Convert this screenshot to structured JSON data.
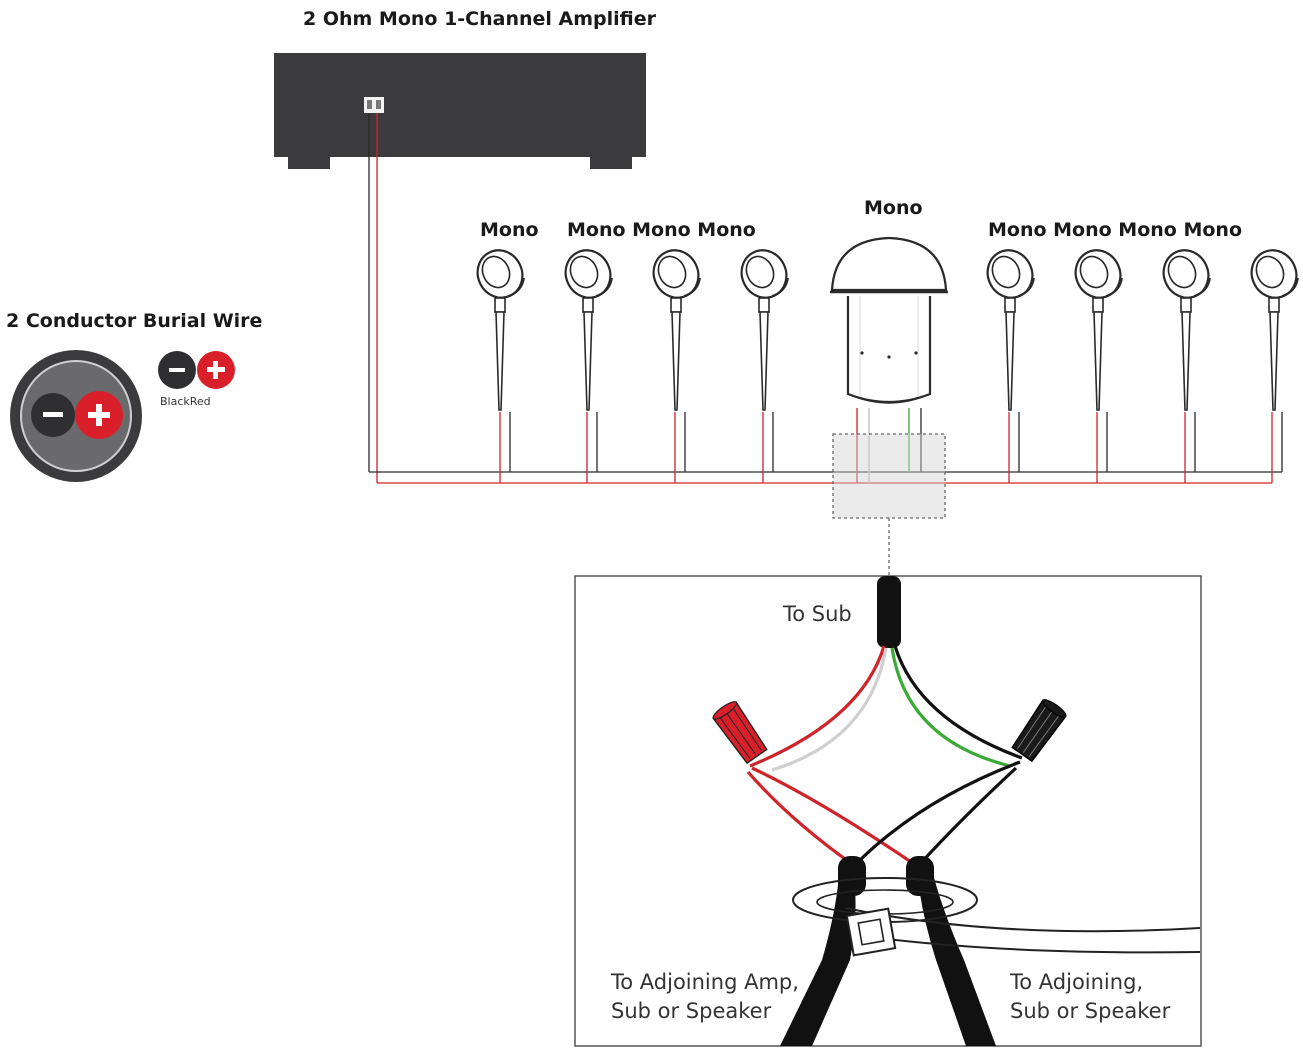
{
  "amplifier": {
    "title": "2 Ohm Mono 1-Channel Amplifier"
  },
  "speaker_labels": {
    "left_single": "Mono",
    "left_group": "Mono Mono Mono",
    "center": "Mono",
    "right_group": "Mono Mono Mono Mono"
  },
  "wire_legend": {
    "title": "2 Conductor Burial Wire",
    "minus_symbol": "−",
    "plus_symbol": "+",
    "color_names": "BlackRed"
  },
  "detail": {
    "to_sub": "To Sub",
    "to_adjoining_amp_line1": "To Adjoining Amp,",
    "to_adjoining_amp_line2": "Sub or Speaker",
    "to_adjoining_line1": "To Adjoining,",
    "to_adjoining_line2": "Sub or Speaker"
  },
  "colors": {
    "amp_body": "#3b3b3d",
    "wire_red": "#d0242b",
    "wire_black": "#2a2a2a",
    "wire_green": "#3aa935",
    "wire_white": "#d6d6d6",
    "terminal_red": "#d9202a"
  },
  "icons": [
    "speaker-spike-icon",
    "subwoofer-dome-icon",
    "wire-nut-icon",
    "cable-tie-icon"
  ]
}
